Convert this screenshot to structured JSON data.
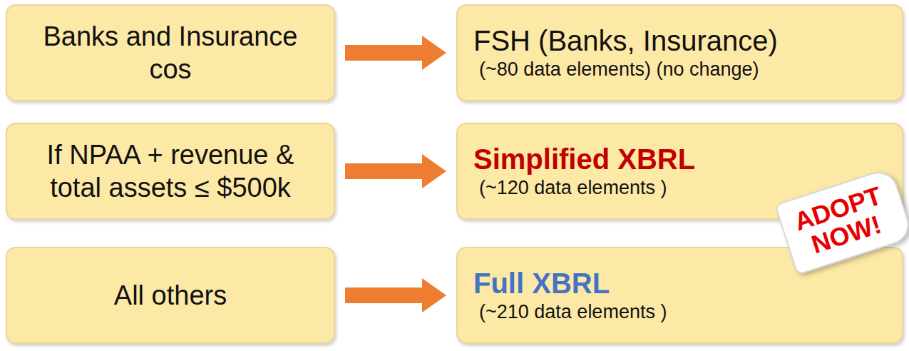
{
  "diagram": {
    "nodes": [
      {
        "text": [
          "Banks and Insurance cos"
        ]
      },
      {
        "text": [
          "FSH (Banks, Insurance)",
          "(~80 data elements) (no change)"
        ]
      },
      {
        "text": [
          "If NPAA + revenue & total assets ≤ $500k"
        ]
      },
      {
        "text": [
          "Simplified XBRL",
          "(~120 data elements )"
        ]
      },
      {
        "text": [
          "All others"
        ]
      },
      {
        "text": [
          "Full XBRL",
          "(~210 data elements )"
        ]
      },
      {
        "text": [
          "ADOPT NOW!"
        ]
      }
    ],
    "edges": [
      {
        "from": 0,
        "to": 1,
        "arrow": "to"
      },
      {
        "from": 2,
        "to": 3,
        "arrow": "to"
      },
      {
        "from": 4,
        "to": 5,
        "arrow": "to"
      }
    ]
  }
}
